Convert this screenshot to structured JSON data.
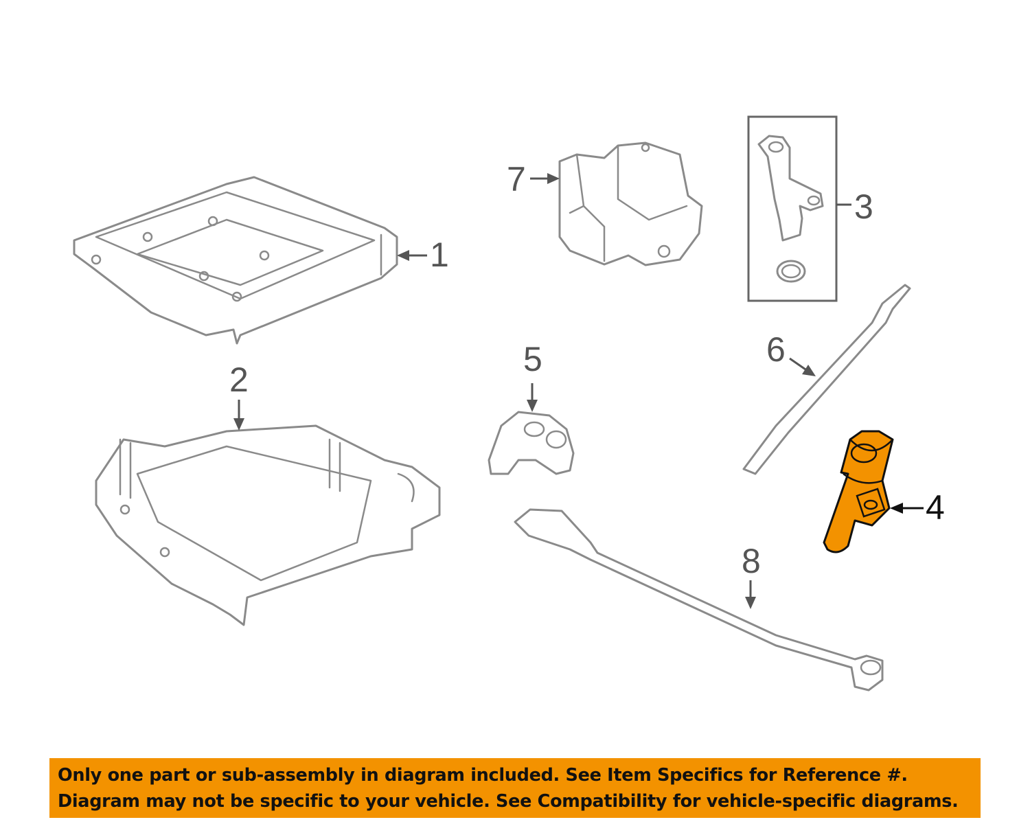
{
  "diagram": {
    "callouts": [
      "1",
      "2",
      "3",
      "4",
      "5",
      "6",
      "7",
      "8"
    ],
    "highlighted_part": "4",
    "highlight_color": "#f39200"
  },
  "banner": {
    "line1": "Only one part or sub-assembly in diagram included. See Item Specifics for Reference #.",
    "line2": "Diagram may not be specific to your vehicle. See Compatibility for vehicle-specific diagrams."
  }
}
